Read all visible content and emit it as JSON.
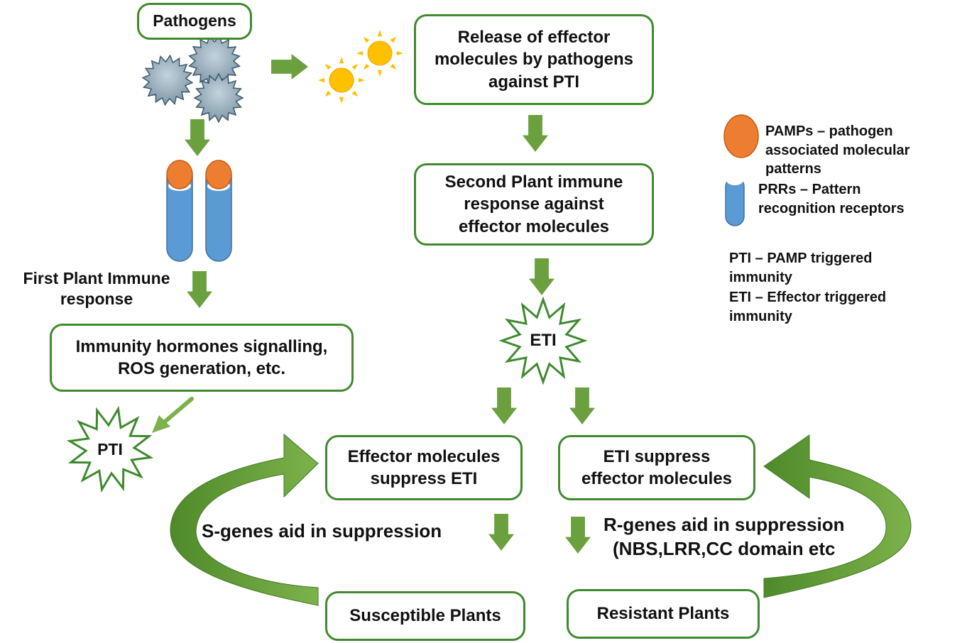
{
  "diagram": {
    "boxes": {
      "pathogens": "Pathogens",
      "effector_release": "Release of effector\nmolecules by pathogens\nagainst PTI",
      "second_response": "Second Plant immune\nresponse against\neffector molecules",
      "hormones": "Immunity hormones signalling,\nROS generation, etc.",
      "effector_suppress": "Effector molecules\nsuppress ETI",
      "eti_suppress": "ETI suppress\neffector molecules",
      "susceptible": "Susceptible Plants",
      "resistant": "Resistant Plants"
    },
    "labels": {
      "first_response": "First Plant Immune\nresponse",
      "s_genes": "S-genes aid in suppression",
      "r_genes": "R-genes aid in suppression\n(NBS,LRR,CC domain etc"
    },
    "stars": {
      "eti": "ETI",
      "pti": "PTI"
    },
    "legend": {
      "pamps": "PAMPs – pathogen\nassociated molecular\npatterns",
      "prrs": "PRRs – Pattern\nrecognition receptors",
      "pti_def": "PTI – PAMP triggered\nimmunity",
      "eti_def": "ETI – Effector triggered\nimmunity"
    },
    "colors": {
      "box_border": "#3f8a2e",
      "arrow": "#6aa13e",
      "pamp": "#ed7d31",
      "prr": "#5b9bd5",
      "sun": "#ffc000",
      "pathogen": "#8fa9b9"
    }
  }
}
